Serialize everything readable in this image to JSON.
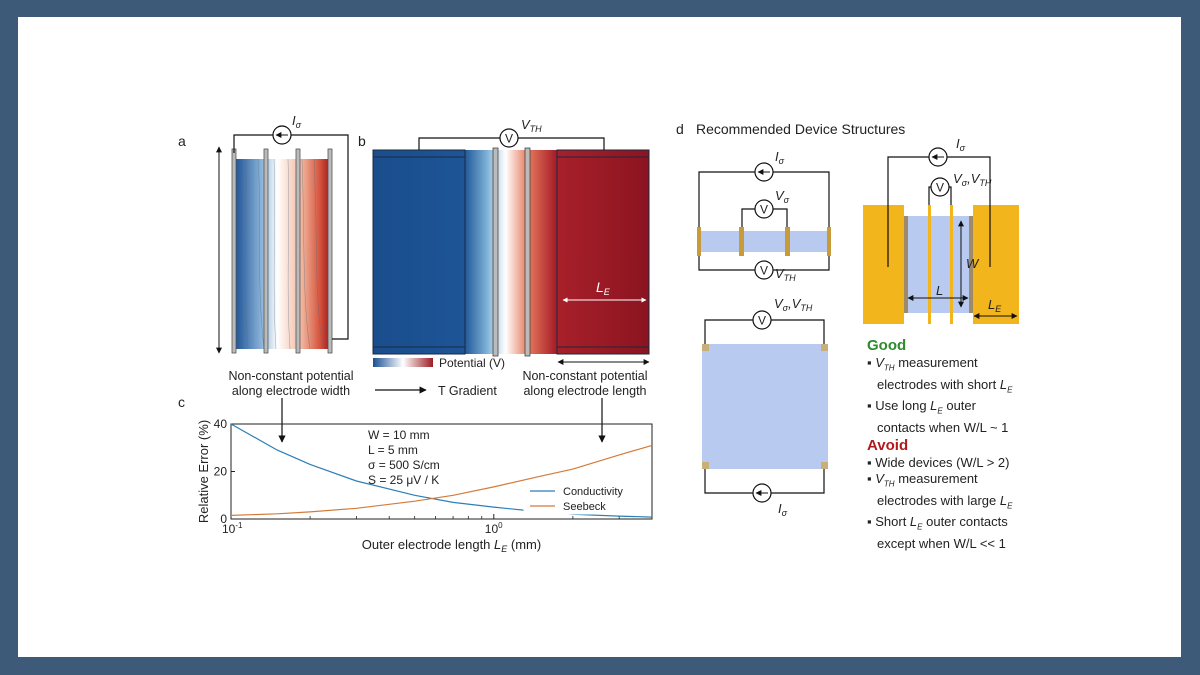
{
  "colors": {
    "good": "#2e8b2e",
    "avoid": "#b01c1c",
    "channel": "#b8caf0",
    "gold": "#f2b51c",
    "conductivity": "#2b7fb8",
    "seebeck": "#d37b3a"
  },
  "panel_a": {
    "label": "a",
    "current_symbol": "I",
    "current_sub": "σ",
    "caption_line1": "Non-constant potential",
    "caption_line2": "along electrode width"
  },
  "panel_b": {
    "label": "b",
    "voltage_symbol": "V",
    "voltage_sub": "TH",
    "meter_letter": "V",
    "le_symbol": "L",
    "le_sub": "E",
    "colorbar_label": "Potential (V)",
    "gradient_label": "T Gradient",
    "caption_line1": "Non-constant potential",
    "caption_line2": "along electrode length"
  },
  "panel_c": {
    "label": "c",
    "params": [
      "W = 10 mm",
      "L = 5 mm",
      "σ = 500 S/cm",
      "S = 25 μV / K"
    ]
  },
  "panel_d": {
    "label": "d",
    "title": "Recommended Device Structures",
    "meter_letter": "V",
    "current_symbol": "I",
    "current_sub": "σ",
    "v_sigma_symbol": "V",
    "v_sigma_sub": "σ",
    "v_th_symbol": "V",
    "v_th_sub": "TH",
    "w_label": "W",
    "l_label": "L",
    "le_symbol": "L",
    "le_sub": "E",
    "good_heading": "Good",
    "good_items": [
      [
        "V",
        "TH",
        " measurement"
      ],
      [
        "electrodes with short ",
        "L",
        "E"
      ],
      [
        "Use long ",
        "L",
        "E",
        " outer"
      ],
      [
        "contacts when W/L ~ 1"
      ]
    ],
    "avoid_heading": "Avoid",
    "avoid_items": [
      [
        "Wide devices (W/L > 2)"
      ],
      [
        "V",
        "TH",
        "  measurement"
      ],
      [
        "electrodes with large ",
        "L",
        "E"
      ],
      [
        "Short ",
        "L",
        "E",
        " outer contacts"
      ],
      [
        "except when W/L << 1"
      ]
    ]
  },
  "chart_data": {
    "type": "line",
    "xlabel": "Outer electrode length L_E (mm)",
    "ylabel": "Relative Error (%)",
    "xscale": "log",
    "xlim": [
      0.1,
      4
    ],
    "ylim": [
      0,
      40
    ],
    "x_ticks": [
      "10^-1",
      "10^0"
    ],
    "y_ticks": [
      0,
      20,
      40
    ],
    "legend_position": "bottom-right",
    "series": [
      {
        "name": "Conductivity",
        "color": "#2b7fb8",
        "x": [
          0.1,
          0.15,
          0.2,
          0.3,
          0.5,
          0.7,
          1.0,
          1.5,
          2.0,
          3.0,
          4.0
        ],
        "y": [
          40,
          29,
          23,
          16,
          10,
          7,
          5,
          3,
          2,
          1.2,
          0.8
        ]
      },
      {
        "name": "Seebeck",
        "color": "#d37b3a",
        "x": [
          0.1,
          0.15,
          0.2,
          0.3,
          0.5,
          0.7,
          1.0,
          1.5,
          2.0,
          3.0,
          4.0
        ],
        "y": [
          1.5,
          2.2,
          3,
          4.5,
          7.5,
          10,
          13.5,
          18,
          21,
          27,
          31
        ]
      }
    ]
  }
}
